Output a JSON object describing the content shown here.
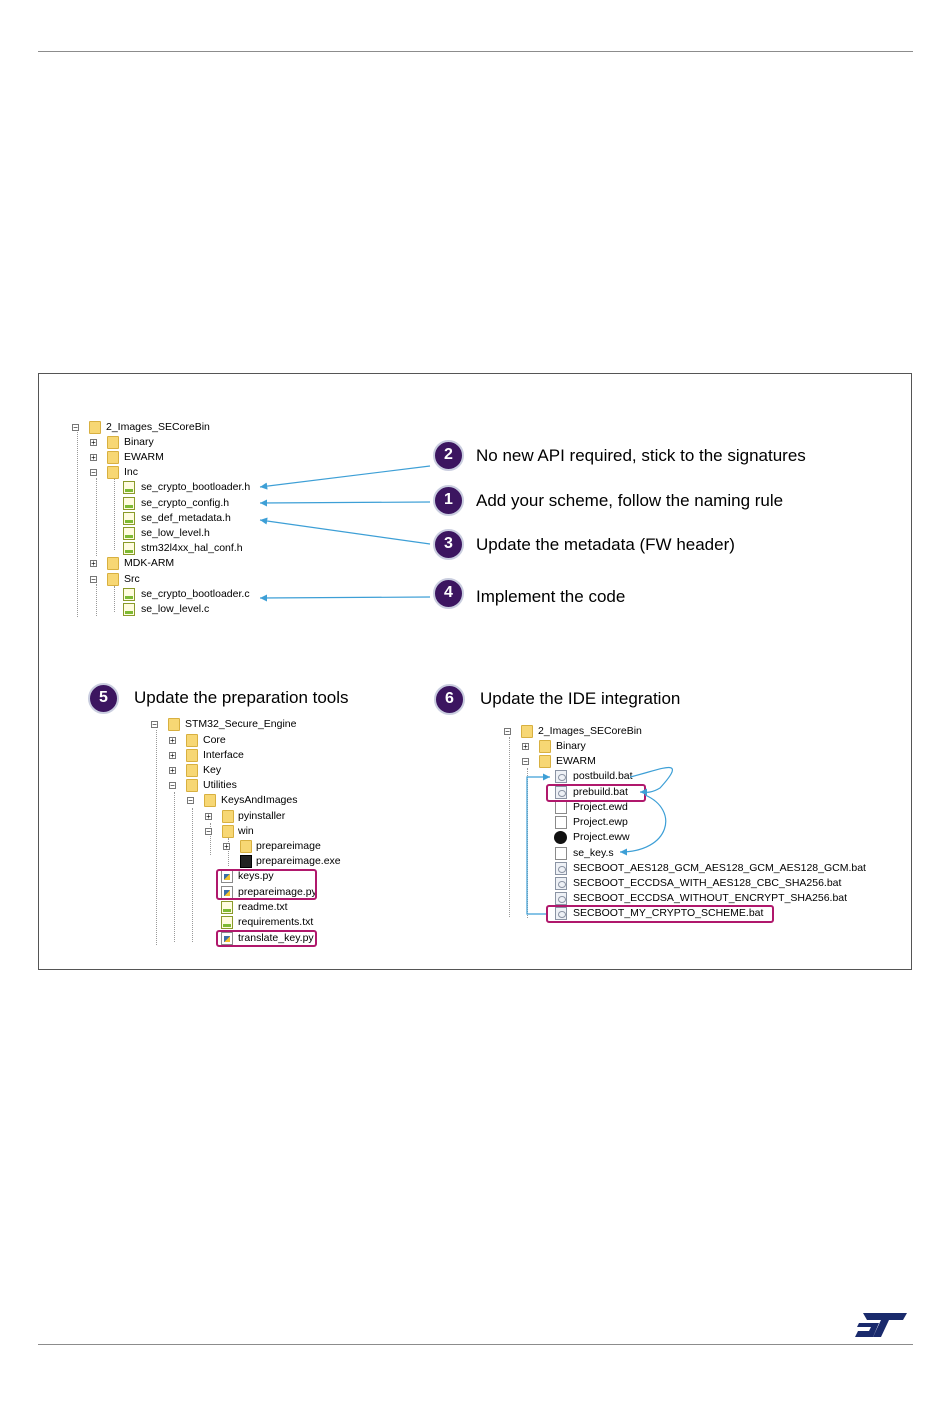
{
  "colors": {
    "badge": "#3c1560",
    "highlight": "#b0186c",
    "arrow": "#3d9fd6"
  },
  "logo": {
    "icon": "st-logo-icon",
    "text": "ST"
  },
  "callouts": [
    {
      "num": "2",
      "text": "No new API required, stick to the signatures"
    },
    {
      "num": "1",
      "text": "Add your scheme, follow the naming rule"
    },
    {
      "num": "3",
      "text": "Update the metadata (FW header)"
    },
    {
      "num": "4",
      "text": "Implement the code"
    },
    {
      "num": "5",
      "text": "Update the preparation tools"
    },
    {
      "num": "6",
      "text": "Update the IDE integration"
    }
  ],
  "tree_top": [
    {
      "label": "2_Images_SECoreBin",
      "icon": "folder-icon"
    },
    {
      "label": "Binary",
      "icon": "folder-icon"
    },
    {
      "label": "EWARM",
      "icon": "folder-icon"
    },
    {
      "label": "Inc",
      "icon": "folder-icon"
    },
    {
      "label": "se_crypto_bootloader.h",
      "icon": "header-file-icon"
    },
    {
      "label": "se_crypto_config.h",
      "icon": "header-file-icon"
    },
    {
      "label": "se_def_metadata.h",
      "icon": "header-file-icon"
    },
    {
      "label": "se_low_level.h",
      "icon": "header-file-icon"
    },
    {
      "label": "stm32l4xx_hal_conf.h",
      "icon": "header-file-icon"
    },
    {
      "label": "MDK-ARM",
      "icon": "folder-icon"
    },
    {
      "label": "Src",
      "icon": "folder-icon"
    },
    {
      "label": "se_crypto_bootloader.c",
      "icon": "c-file-icon"
    },
    {
      "label": "se_low_level.c",
      "icon": "c-file-icon"
    }
  ],
  "tree_prep": [
    {
      "label": "STM32_Secure_Engine",
      "icon": "folder-icon"
    },
    {
      "label": "Core",
      "icon": "folder-icon"
    },
    {
      "label": "Interface",
      "icon": "folder-icon"
    },
    {
      "label": "Key",
      "icon": "folder-icon"
    },
    {
      "label": "Utilities",
      "icon": "folder-icon"
    },
    {
      "label": "KeysAndImages",
      "icon": "folder-icon"
    },
    {
      "label": "pyinstaller",
      "icon": "folder-icon"
    },
    {
      "label": "win",
      "icon": "folder-icon"
    },
    {
      "label": "prepareimage",
      "icon": "folder-icon"
    },
    {
      "label": "prepareimage.exe",
      "icon": "exe-file-icon"
    },
    {
      "label": "keys.py",
      "icon": "python-file-icon"
    },
    {
      "label": "prepareimage.py",
      "icon": "python-file-icon"
    },
    {
      "label": "readme.txt",
      "icon": "text-file-icon"
    },
    {
      "label": "requirements.txt",
      "icon": "text-file-icon"
    },
    {
      "label": "translate_key.py",
      "icon": "python-file-icon"
    }
  ],
  "tree_ide": [
    {
      "label": "2_Images_SECoreBin",
      "icon": "folder-icon"
    },
    {
      "label": "Binary",
      "icon": "folder-icon"
    },
    {
      "label": "EWARM",
      "icon": "folder-icon"
    },
    {
      "label": "postbuild.bat",
      "icon": "bat-file-icon"
    },
    {
      "label": "prebuild.bat",
      "icon": "bat-file-icon"
    },
    {
      "label": "Project.ewd",
      "icon": "file-icon"
    },
    {
      "label": "Project.ewp",
      "icon": "file-icon"
    },
    {
      "label": "Project.eww",
      "icon": "workspace-file-icon"
    },
    {
      "label": "se_key.s",
      "icon": "file-icon"
    },
    {
      "label": "SECBOOT_AES128_GCM_AES128_GCM_AES128_GCM.bat",
      "icon": "bat-file-icon"
    },
    {
      "label": "SECBOOT_ECCDSA_WITH_AES128_CBC_SHA256.bat",
      "icon": "bat-file-icon"
    },
    {
      "label": "SECBOOT_ECCDSA_WITHOUT_ENCRYPT_SHA256.bat",
      "icon": "bat-file-icon"
    },
    {
      "label": "SECBOOT_MY_CRYPTO_SCHEME.bat",
      "icon": "bat-file-icon"
    }
  ]
}
